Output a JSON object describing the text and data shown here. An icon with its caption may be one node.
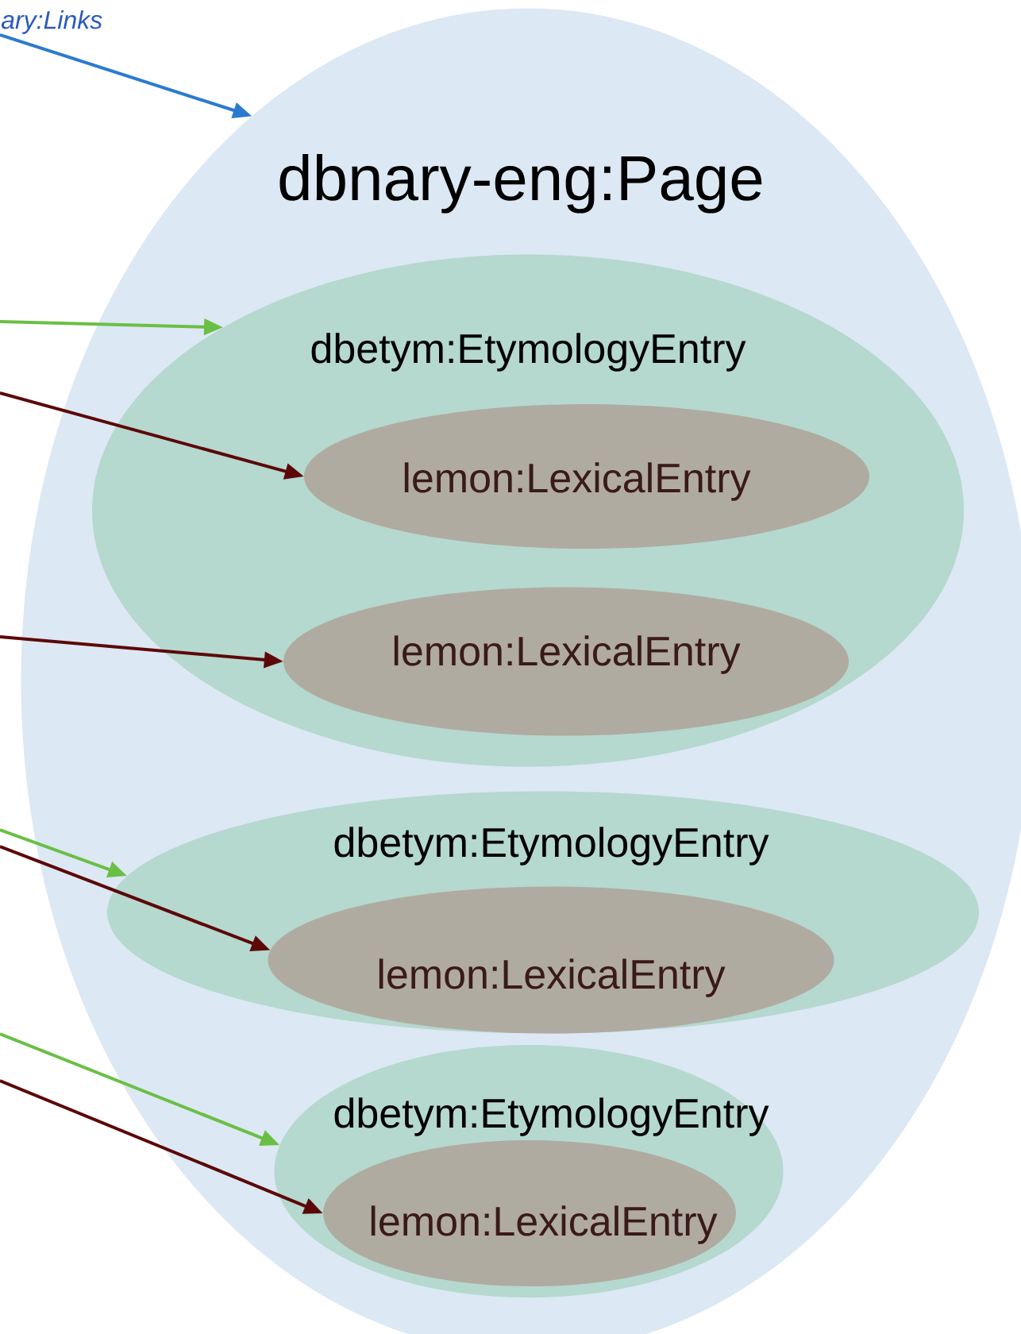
{
  "diagram": {
    "nodes": [
      {
        "text": [
          "dbnary-eng:Page"
        ]
      },
      {
        "text": [
          "dbetym:EtymologyEntry"
        ],
        "in": 0
      },
      {
        "text": [
          "lemon:LexicalEntry"
        ],
        "in": 1
      },
      {
        "text": [
          "lemon:LexicalEntry"
        ],
        "in": 1
      },
      {
        "text": [
          "dbetym:EtymologyEntry"
        ],
        "in": 0
      },
      {
        "text": [
          "lemon:LexicalEntry"
        ],
        "in": 4
      },
      {
        "text": [
          "dbetym:EtymologyEntry"
        ],
        "in": 0
      },
      {
        "text": [
          "lemon:LexicalEntry"
        ],
        "in": 6
      },
      {
        "text": [
          "ary:Links"
        ]
      }
    ],
    "edges": [
      {
        "from": 8,
        "to": 0,
        "arrow": "to",
        "color": "#2a7bcf"
      },
      {
        "from": null,
        "to": 1,
        "arrow": "to",
        "color": "#6abf45"
      },
      {
        "from": null,
        "to": 2,
        "arrow": "to"
      },
      {
        "from": null,
        "to": 3,
        "arrow": "to"
      },
      {
        "from": null,
        "to": 4,
        "arrow": "to",
        "color": "#6abf45"
      },
      {
        "from": null,
        "to": 5,
        "arrow": "to"
      },
      {
        "from": null,
        "to": 6,
        "arrow": "to",
        "color": "#6abf45"
      },
      {
        "from": null,
        "to": 7,
        "arrow": "to"
      }
    ]
  }
}
